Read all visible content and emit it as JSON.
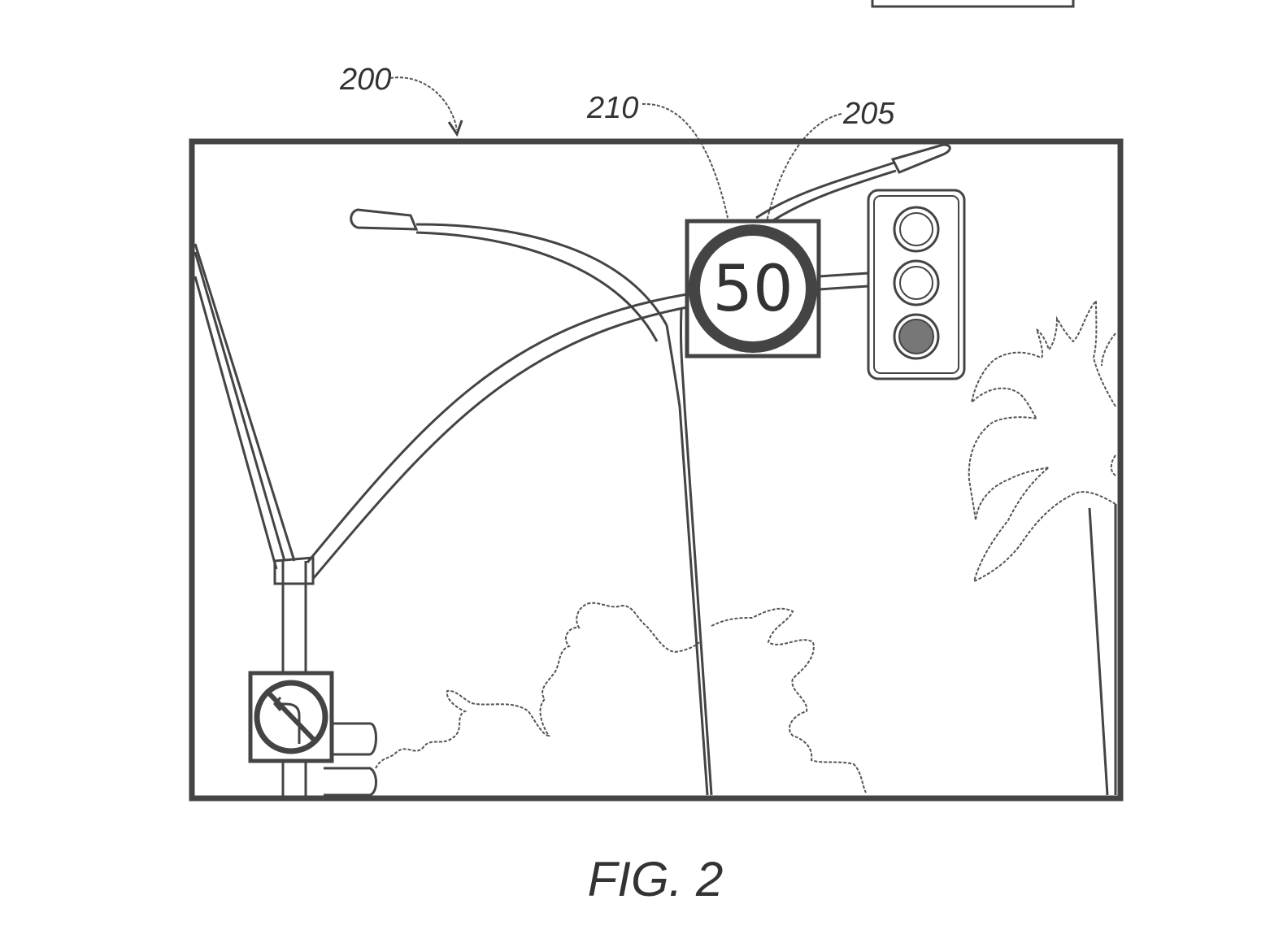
{
  "labels": {
    "figure_ref": "200",
    "sign_ref": "210",
    "limit_ref": "205",
    "speed_value": "50",
    "caption": "FIG. 2"
  }
}
